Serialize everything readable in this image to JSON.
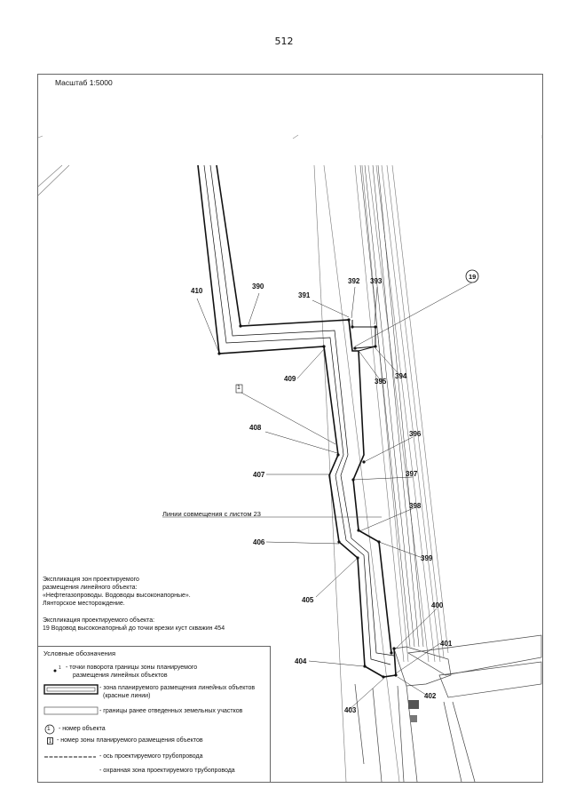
{
  "page_number": "512",
  "scale": "Масштаб 1:5000",
  "combo_line_label": "Линии совмещения с листом 23",
  "object_label": "19",
  "zone_label": "1",
  "points": [
    {
      "id": "390",
      "name": "point-390"
    },
    {
      "id": "391",
      "name": "point-391"
    },
    {
      "id": "392",
      "name": "point-392"
    },
    {
      "id": "393",
      "name": "point-393"
    },
    {
      "id": "394",
      "name": "point-394"
    },
    {
      "id": "395",
      "name": "point-395"
    },
    {
      "id": "396",
      "name": "point-396"
    },
    {
      "id": "397",
      "name": "point-397"
    },
    {
      "id": "398",
      "name": "point-398"
    },
    {
      "id": "399",
      "name": "point-399"
    },
    {
      "id": "400",
      "name": "point-400"
    },
    {
      "id": "401",
      "name": "point-401"
    },
    {
      "id": "402",
      "name": "point-402"
    },
    {
      "id": "403",
      "name": "point-403"
    },
    {
      "id": "404",
      "name": "point-404"
    },
    {
      "id": "405",
      "name": "point-405"
    },
    {
      "id": "406",
      "name": "point-406"
    },
    {
      "id": "407",
      "name": "point-407"
    },
    {
      "id": "408",
      "name": "point-408"
    },
    {
      "id": "409",
      "name": "point-409"
    },
    {
      "id": "410",
      "name": "point-410"
    }
  ],
  "explication_lines": {
    "line1": "Экспликация зон проектируемого",
    "line2": "размещения линейного объекта:",
    "line3": "«Нефтегазопроводы. Водоводы высоконапорные».",
    "line4": "Лянторское месторождение."
  },
  "explication_object": {
    "title": "Экспликация проектируемого объекта:",
    "item": "19   Водовод высоконапорный до точки врезки куст скважин 454"
  },
  "legend": {
    "title": "Условные обозначения",
    "turn_points": "- точки поворота границы зоны планируемого",
    "turn_points_2": "размещения линейных объектов",
    "zone": "- зона планируемого размещения линейных объектов",
    "zone_2": "(красные линии)",
    "prev_boundaries": "- границы ранее отведенных земельных участков",
    "object_number": "- номер  объекта",
    "zone_number": "- номер зоны планируемого размещения объектов",
    "axis": "- ось проектируемого трубопровода",
    "protection": "- охранная зона проектируемого трубопровода",
    "obj_icon": "1",
    "zone_icon": "1",
    "point_icon": "1"
  }
}
